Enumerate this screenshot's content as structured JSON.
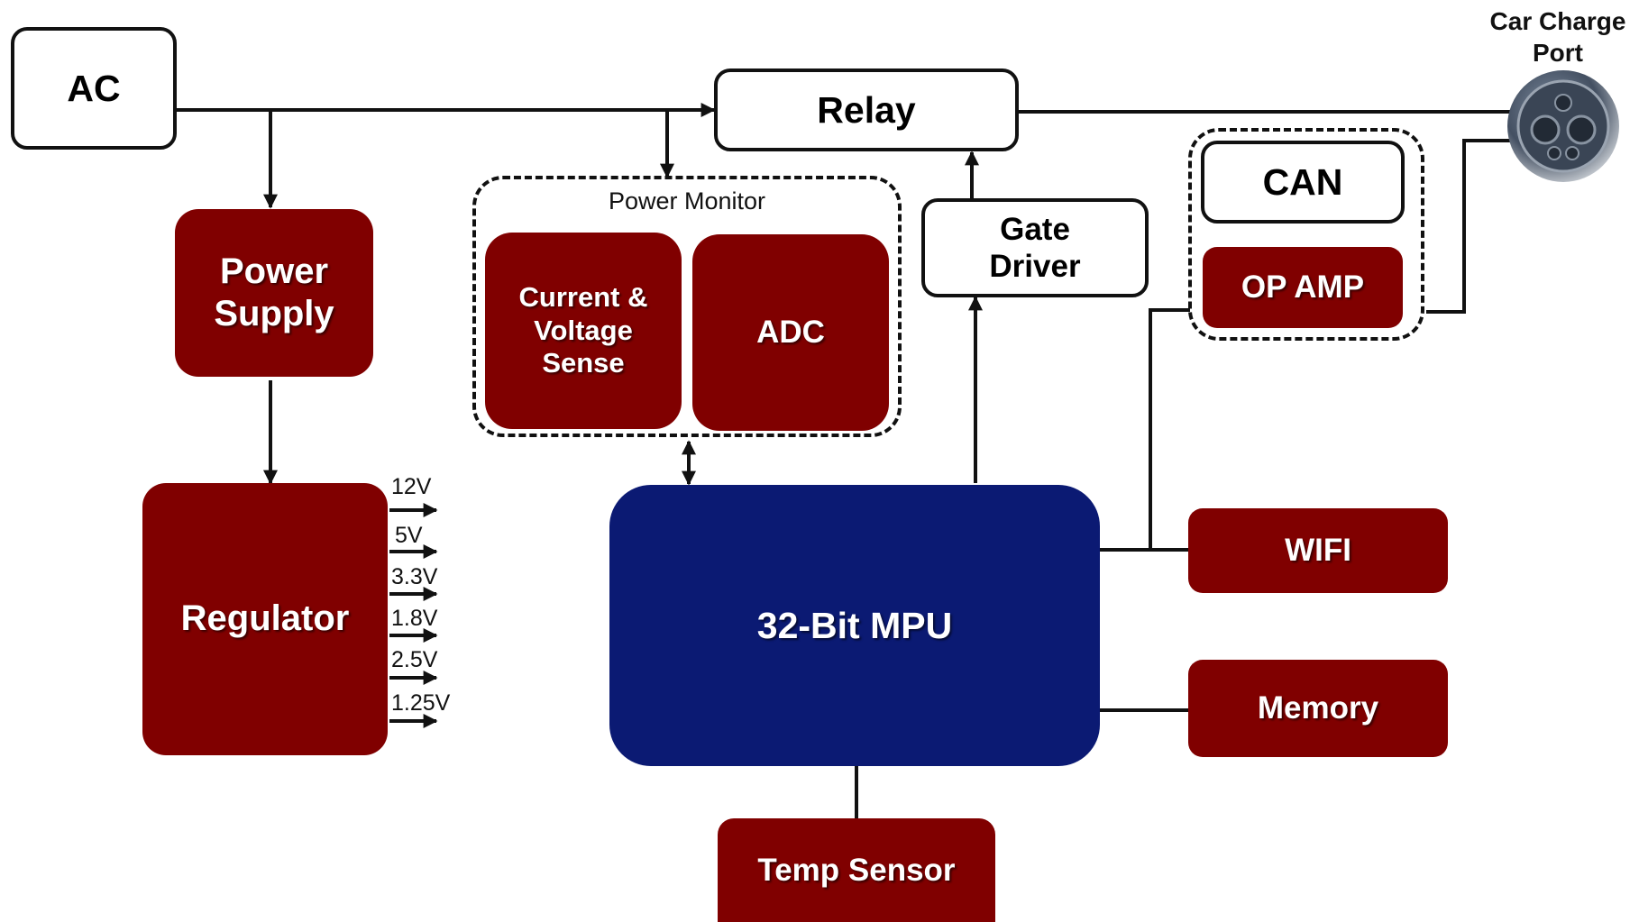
{
  "blocks": {
    "ac": "AC",
    "relay": "Relay",
    "power_supply": "Power Supply",
    "regulator": "Regulator",
    "power_monitor": "Power Monitor",
    "current_voltage_sense": "Current & Voltage Sense",
    "adc": "ADC",
    "gate_driver": "Gate Driver",
    "can": "CAN",
    "op_amp": "OP AMP",
    "mpu": "32-Bit MPU",
    "wifi": "WIFI",
    "memory": "Memory",
    "temp_sensor": "Temp Sensor",
    "car_charge_port": "Car Charge Port"
  },
  "regulator_outputs": [
    "12V",
    "5V",
    "3.3V",
    "1.8V",
    "2.5V",
    "1.25V"
  ],
  "colors": {
    "dark_red": "#800000",
    "navy": "#0b1a73",
    "line": "#111111"
  },
  "icons": {
    "charge_port": "ev-charge-port-connector-icon"
  }
}
